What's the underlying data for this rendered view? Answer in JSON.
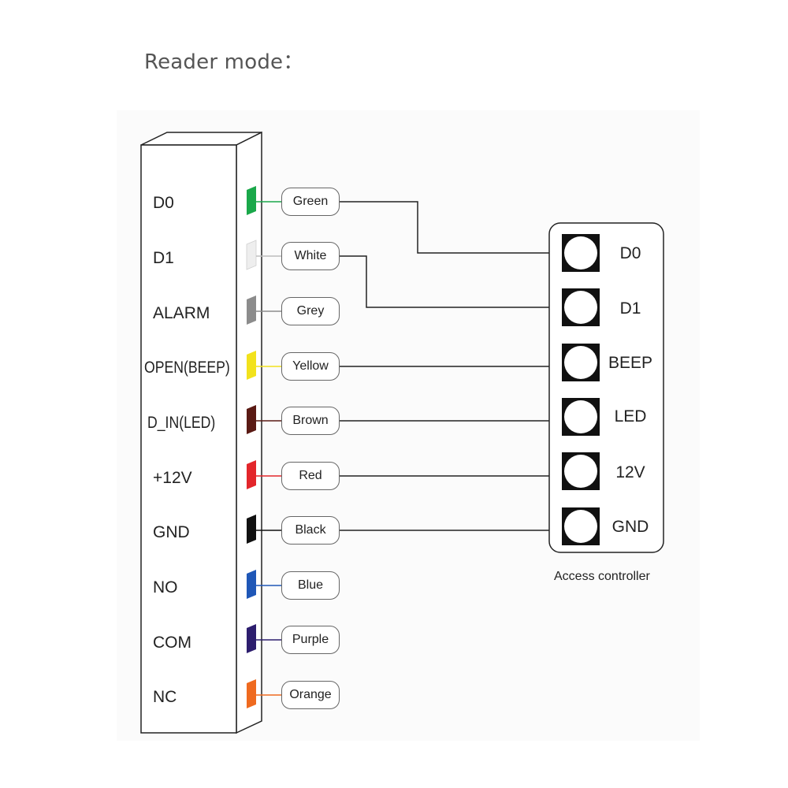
{
  "title": "Reader mode：",
  "reader_pins": [
    {
      "label": "D0",
      "wire": "Green",
      "color": "#1aa84a"
    },
    {
      "label": "D1",
      "wire": "White",
      "color": "#eeeeee"
    },
    {
      "label": "ALARM",
      "wire": "Grey",
      "color": "#8c8c8c"
    },
    {
      "label": "OPEN(BEEP)",
      "wire": "Yellow",
      "color": "#f2e21c"
    },
    {
      "label": "D_IN(LED)",
      "wire": "Brown",
      "color": "#5a1a14"
    },
    {
      "label": "+12V",
      "wire": "Red",
      "color": "#e3262b"
    },
    {
      "label": "GND",
      "wire": "Black",
      "color": "#111111"
    },
    {
      "label": "NO",
      "wire": "Blue",
      "color": "#1f57b7"
    },
    {
      "label": "COM",
      "wire": "Purple",
      "color": "#2d1e6e"
    },
    {
      "label": "NC",
      "wire": "Orange",
      "color": "#ef6a1f"
    }
  ],
  "controller": {
    "caption": "Access controller",
    "terminals": [
      "D0",
      "D1",
      "BEEP",
      "LED",
      "12V",
      "GND"
    ]
  }
}
